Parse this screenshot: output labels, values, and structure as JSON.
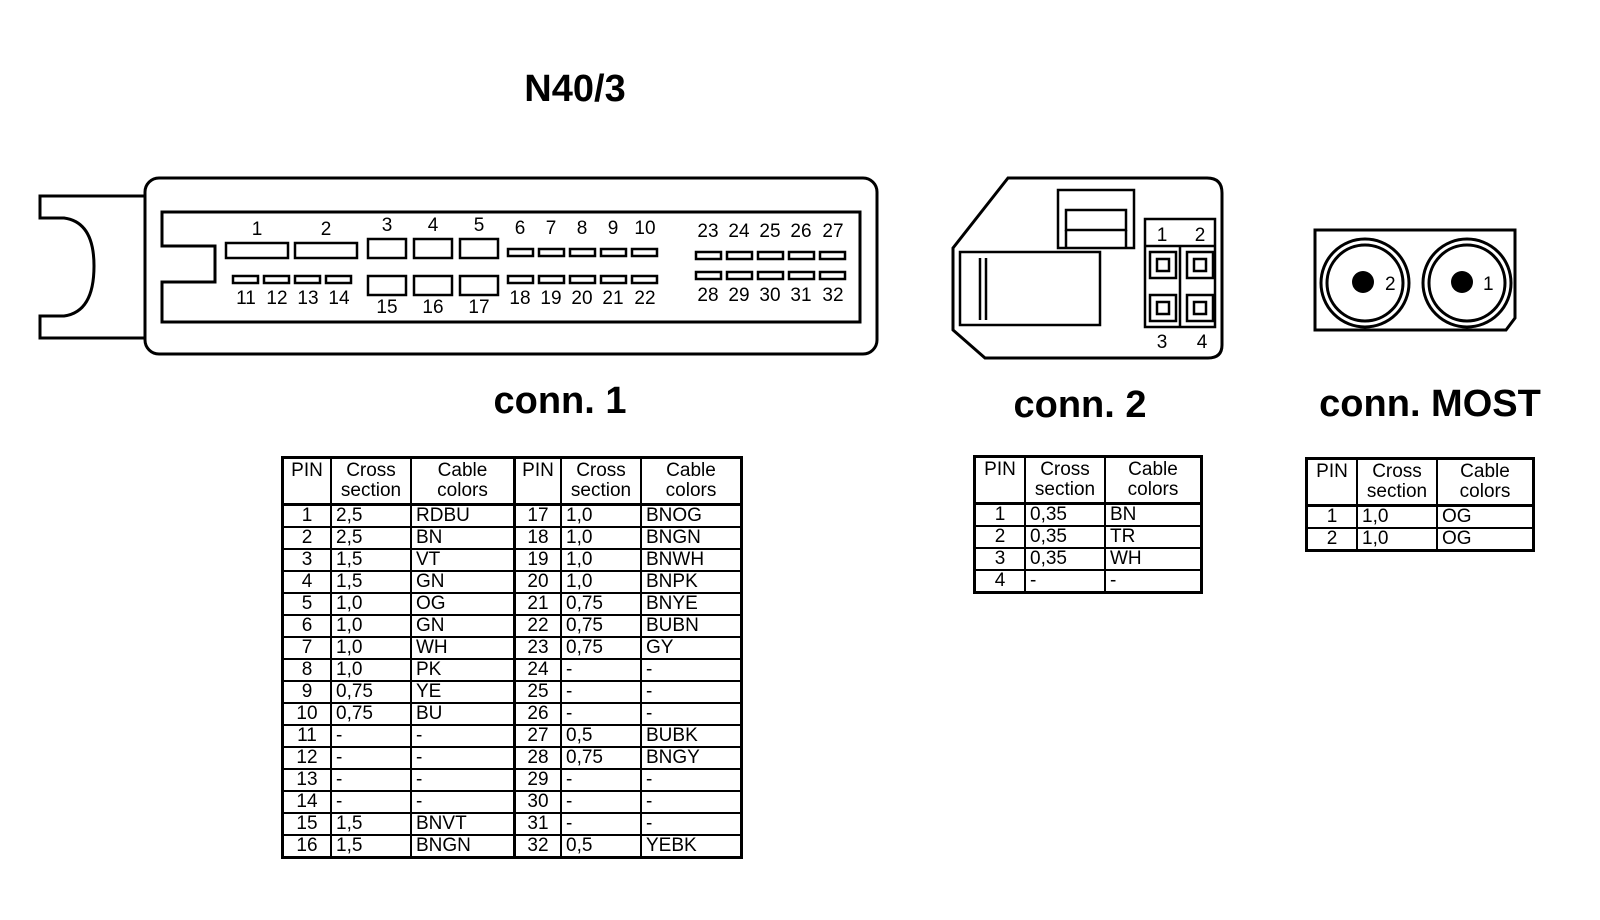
{
  "title": "N40/3",
  "connectors": {
    "conn1": {
      "label": "conn. 1",
      "top_pins": [
        "1",
        "2",
        "3",
        "4",
        "5",
        "6",
        "7",
        "8",
        "9",
        "10",
        "23",
        "24",
        "25",
        "26",
        "27"
      ],
      "bottom_pins": [
        "11",
        "12",
        "13",
        "14",
        "15",
        "16",
        "17",
        "18",
        "19",
        "20",
        "21",
        "22",
        "28",
        "29",
        "30",
        "31",
        "32"
      ]
    },
    "conn2": {
      "label": "conn. 2",
      "pins": [
        "1",
        "2",
        "3",
        "4"
      ]
    },
    "most": {
      "label": "conn. MOST",
      "pins": [
        "2",
        "1"
      ]
    }
  },
  "table_headers": {
    "pin": "PIN",
    "cross_section": [
      "Cross",
      "section"
    ],
    "cable_colors": [
      "Cable",
      "colors"
    ]
  },
  "conn1_table": [
    [
      "1",
      "2,5",
      "RDBU",
      "17",
      "1,0",
      "BNOG"
    ],
    [
      "2",
      "2,5",
      "BN",
      "18",
      "1,0",
      "BNGN"
    ],
    [
      "3",
      "1,5",
      "VT",
      "19",
      "1,0",
      "BNWH"
    ],
    [
      "4",
      "1,5",
      "GN",
      "20",
      "1,0",
      "BNPK"
    ],
    [
      "5",
      "1,0",
      "OG",
      "21",
      "0,75",
      "BNYE"
    ],
    [
      "6",
      "1,0",
      "GN",
      "22",
      "0,75",
      "BUBN"
    ],
    [
      "7",
      "1,0",
      "WH",
      "23",
      "0,75",
      "GY"
    ],
    [
      "8",
      "1,0",
      "PK",
      "24",
      "-",
      "-"
    ],
    [
      "9",
      "0,75",
      "YE",
      "25",
      "-",
      "-"
    ],
    [
      "10",
      "0,75",
      "BU",
      "26",
      "-",
      "-"
    ],
    [
      "11",
      "-",
      "-",
      "27",
      "0,5",
      "BUBK"
    ],
    [
      "12",
      "-",
      "-",
      "28",
      "0,75",
      "BNGY"
    ],
    [
      "13",
      "-",
      "-",
      "29",
      "-",
      "-"
    ],
    [
      "14",
      "-",
      "-",
      "30",
      "-",
      "-"
    ],
    [
      "15",
      "1,5",
      "BNVT",
      "31",
      "-",
      "-"
    ],
    [
      "16",
      "1,5",
      "BNGN",
      "32",
      "0,5",
      "YEBK"
    ]
  ],
  "conn2_table": [
    [
      "1",
      "0,35",
      "BN"
    ],
    [
      "2",
      "0,35",
      "TR"
    ],
    [
      "3",
      "0,35",
      "WH"
    ],
    [
      "4",
      "-",
      "-"
    ]
  ],
  "most_table": [
    [
      "1",
      "1,0",
      "OG"
    ],
    [
      "2",
      "1,0",
      "OG"
    ]
  ]
}
